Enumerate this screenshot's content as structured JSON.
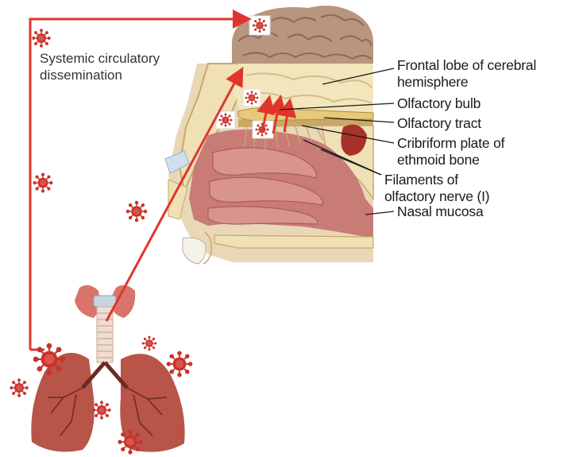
{
  "route_label": {
    "line1": "Systemic circulatory",
    "line2": "dissemination"
  },
  "labels": {
    "frontal_lobe": {
      "line1": "Frontal lobe of cerebral",
      "line2": "hemisphere"
    },
    "olfactory_bulb": "Olfactory bulb",
    "olfactory_tract": "Olfactory tract",
    "cribriform": {
      "line1": "Cribriform plate of",
      "line2": "ethmoid bone"
    },
    "filaments": {
      "line1": "Filaments of",
      "line2": "olfactory nerve (I)"
    },
    "nasal_mucosa": "Nasal mucosa"
  },
  "colors": {
    "pathway_red": "#e0352c",
    "virus_red": "#c8322a",
    "brain": "#b8957f",
    "lung": "#b85448",
    "nasal_mucosa": "#c97b76",
    "bone": "#efe0b6"
  }
}
